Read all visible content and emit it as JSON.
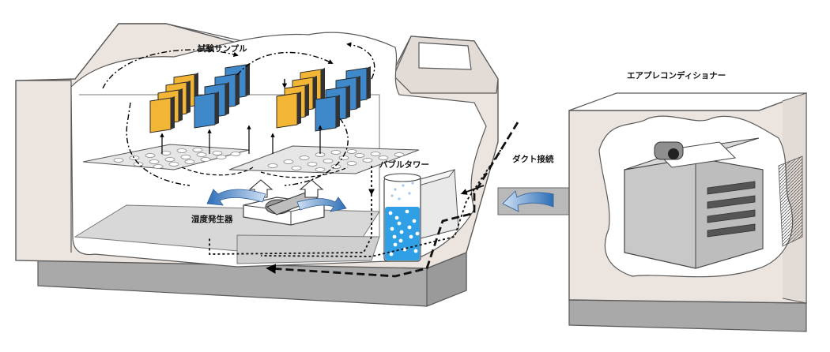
{
  "labels": {
    "test_samples": "試験サンプル",
    "humidity_generator": "湿度発生器",
    "bubble_tower": "バブルタワー",
    "duct_connection": "ダクト接続",
    "air_preconditioner": "エアプレコンディショナー"
  },
  "colors": {
    "chamber_body": "#ece4df",
    "chamber_outline": "#5a5a5a",
    "base": "#a9a9a9",
    "sample_yellow": "#f2b535",
    "sample_blue": "#3f88c9",
    "water": "#2f9fe6",
    "flow_arrow_fill": "#5b94d2",
    "conditioner_unit": "#c8c8c8"
  }
}
